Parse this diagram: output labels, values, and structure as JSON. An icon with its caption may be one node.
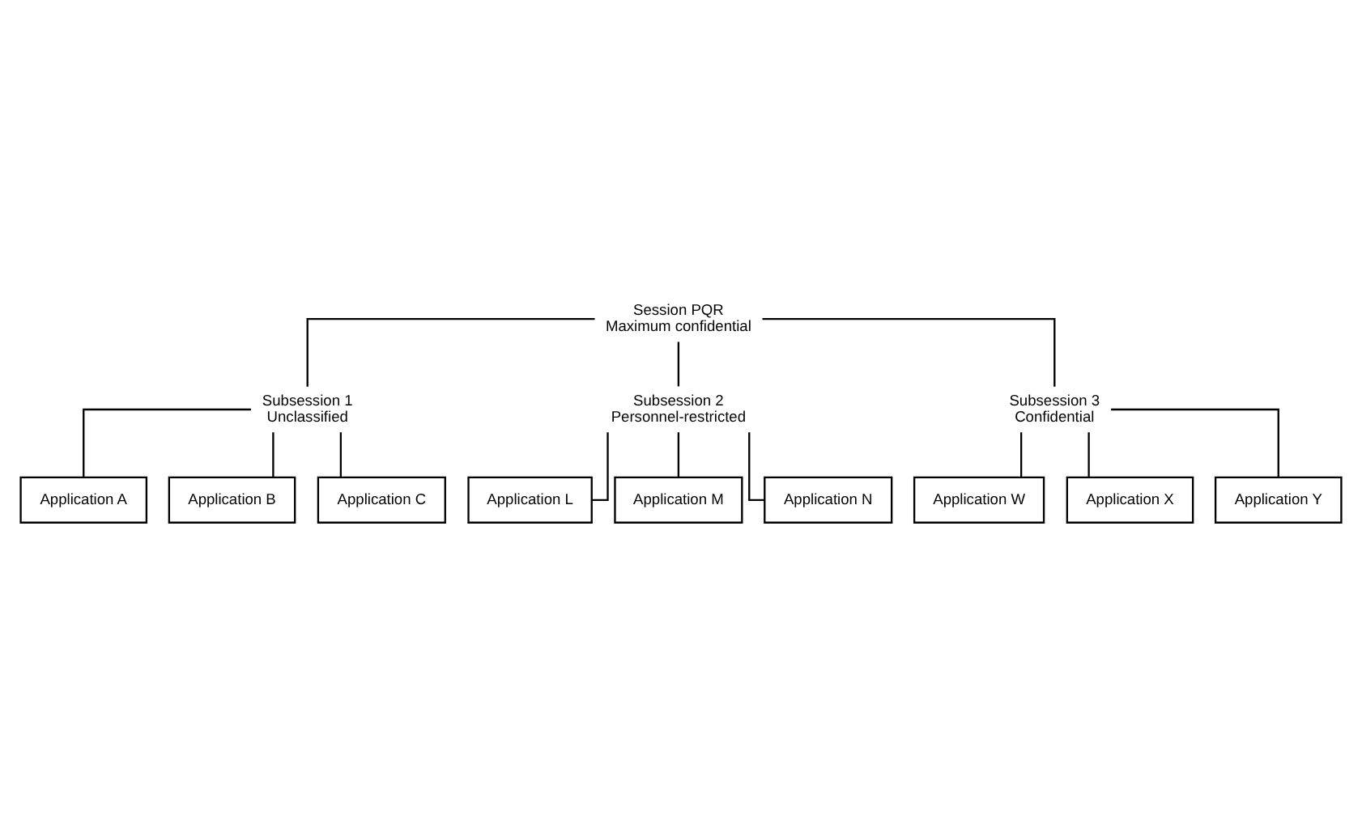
{
  "diagram": {
    "nodes": [
      {
        "text": [
          "Session PQR",
          "Maximum confidential"
        ]
      },
      {
        "text": [
          "Subsession 1",
          "Unclassified"
        ]
      },
      {
        "text": [
          "Application A"
        ]
      },
      {
        "text": [
          "Application B"
        ]
      },
      {
        "text": [
          "Application C"
        ]
      },
      {
        "text": [
          "Subsession 2",
          "Personnel-restricted"
        ]
      },
      {
        "text": [
          "Application L"
        ]
      },
      {
        "text": [
          "Application M"
        ]
      },
      {
        "text": [
          "Application N"
        ]
      },
      {
        "text": [
          "Subsession 3",
          "Confidential"
        ]
      },
      {
        "text": [
          "Application W"
        ]
      },
      {
        "text": [
          "Application X"
        ]
      },
      {
        "text": [
          "Application Y"
        ]
      }
    ],
    "edges": [
      {
        "from": 0,
        "to": 1,
        "arrow": "none"
      },
      {
        "from": 0,
        "to": 5,
        "arrow": "none"
      },
      {
        "from": 0,
        "to": 9,
        "arrow": "none"
      },
      {
        "from": 1,
        "to": 2,
        "arrow": "none"
      },
      {
        "from": 1,
        "to": 3,
        "arrow": "none"
      },
      {
        "from": 1,
        "to": 4,
        "arrow": "none"
      },
      {
        "from": 5,
        "to": 6,
        "arrow": "none"
      },
      {
        "from": 5,
        "to": 7,
        "arrow": "none"
      },
      {
        "from": 5,
        "to": 8,
        "arrow": "none"
      },
      {
        "from": 9,
        "to": 10,
        "arrow": "none"
      },
      {
        "from": 9,
        "to": 11,
        "arrow": "none"
      },
      {
        "from": 9,
        "to": 12,
        "arrow": "none"
      }
    ]
  }
}
